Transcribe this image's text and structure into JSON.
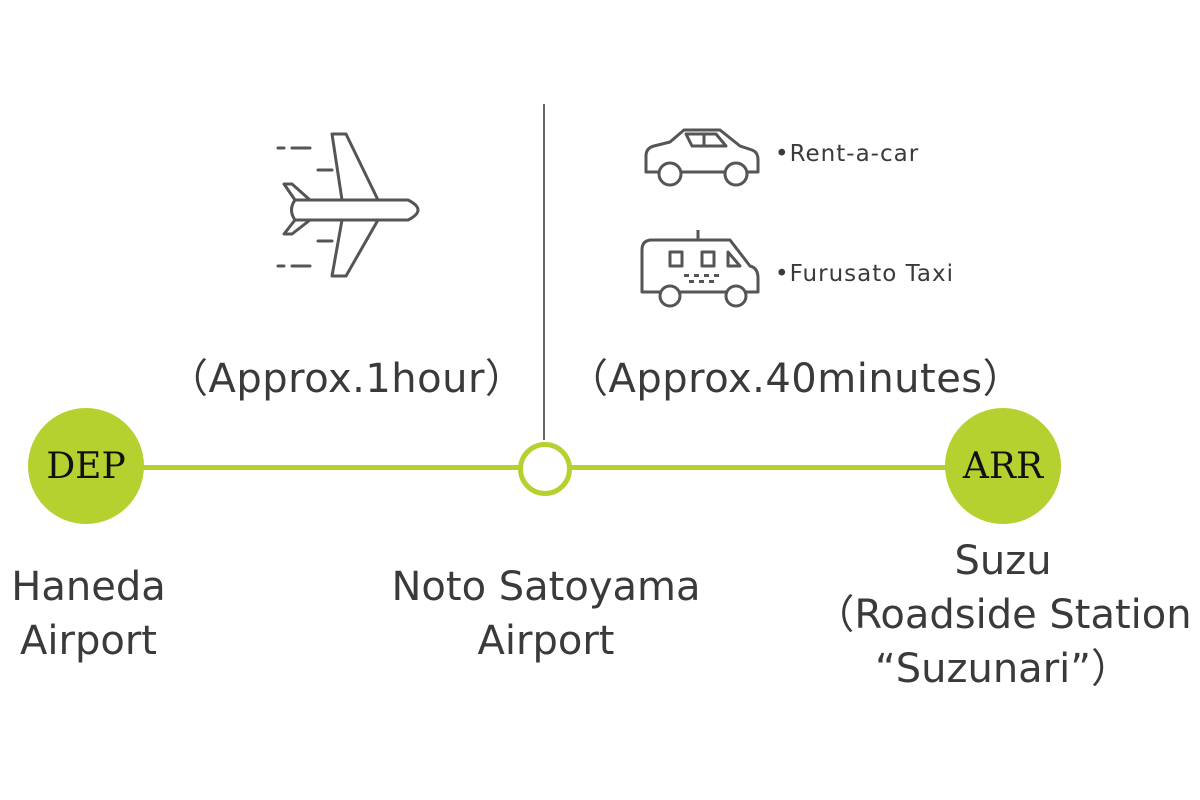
{
  "colors": {
    "accent": "#b5d12f",
    "text": "#3a3a3a",
    "icon": "#555555"
  },
  "departure": {
    "badge": "DEP",
    "name_line1": "Haneda",
    "name_line2": "Airport"
  },
  "transfer": {
    "name_line1": "Noto Satoyama",
    "name_line2": "Airport"
  },
  "arrival": {
    "badge": "ARR",
    "name_line1": "Suzu",
    "name_line2": "（Roadside Station",
    "name_line3": "“Suzunari”）"
  },
  "legs": {
    "flight": {
      "icon": "airplane-icon",
      "duration": "（Approx.1hour）"
    },
    "ground": {
      "duration": "（Approx.40minutes）",
      "options": [
        {
          "icon": "car-icon",
          "label": "Rent-a-car"
        },
        {
          "icon": "taxi-van-icon",
          "label": "Furusato Taxi"
        }
      ]
    }
  }
}
